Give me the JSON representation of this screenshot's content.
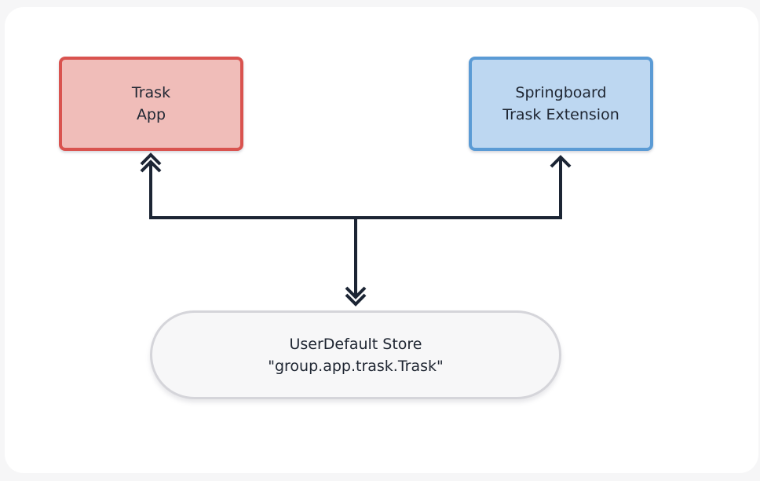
{
  "canvas": {
    "background_color": "#f6f6f7",
    "card_color": "#ffffff"
  },
  "diagram": {
    "text_color": "#202733",
    "connector_color": "#1c2534",
    "nodes": {
      "trask_app": {
        "lines": [
          "Trask",
          "App"
        ],
        "fill_color": "#f0bdb9",
        "border_color": "#d9534f"
      },
      "springboard_extension": {
        "lines": [
          "Springboard",
          "Trask Extension"
        ],
        "fill_color": "#bdd7f1",
        "border_color": "#5b9bd5"
      },
      "userdefault_store": {
        "lines": [
          "UserDefault Store",
          "\"group.app.trask.Trask\""
        ],
        "fill_color": "#f7f7f8",
        "border_color": "#d5d5da"
      }
    },
    "edges": [
      {
        "from": "userdefault_store",
        "to": "trask_app",
        "arrowhead": "double-chevron-up"
      },
      {
        "from": "userdefault_store",
        "to": "springboard_extension",
        "arrowhead": "chevron-up"
      },
      {
        "from": "apps_junction",
        "to": "userdefault_store",
        "arrowhead": "double-chevron-down"
      }
    ]
  }
}
